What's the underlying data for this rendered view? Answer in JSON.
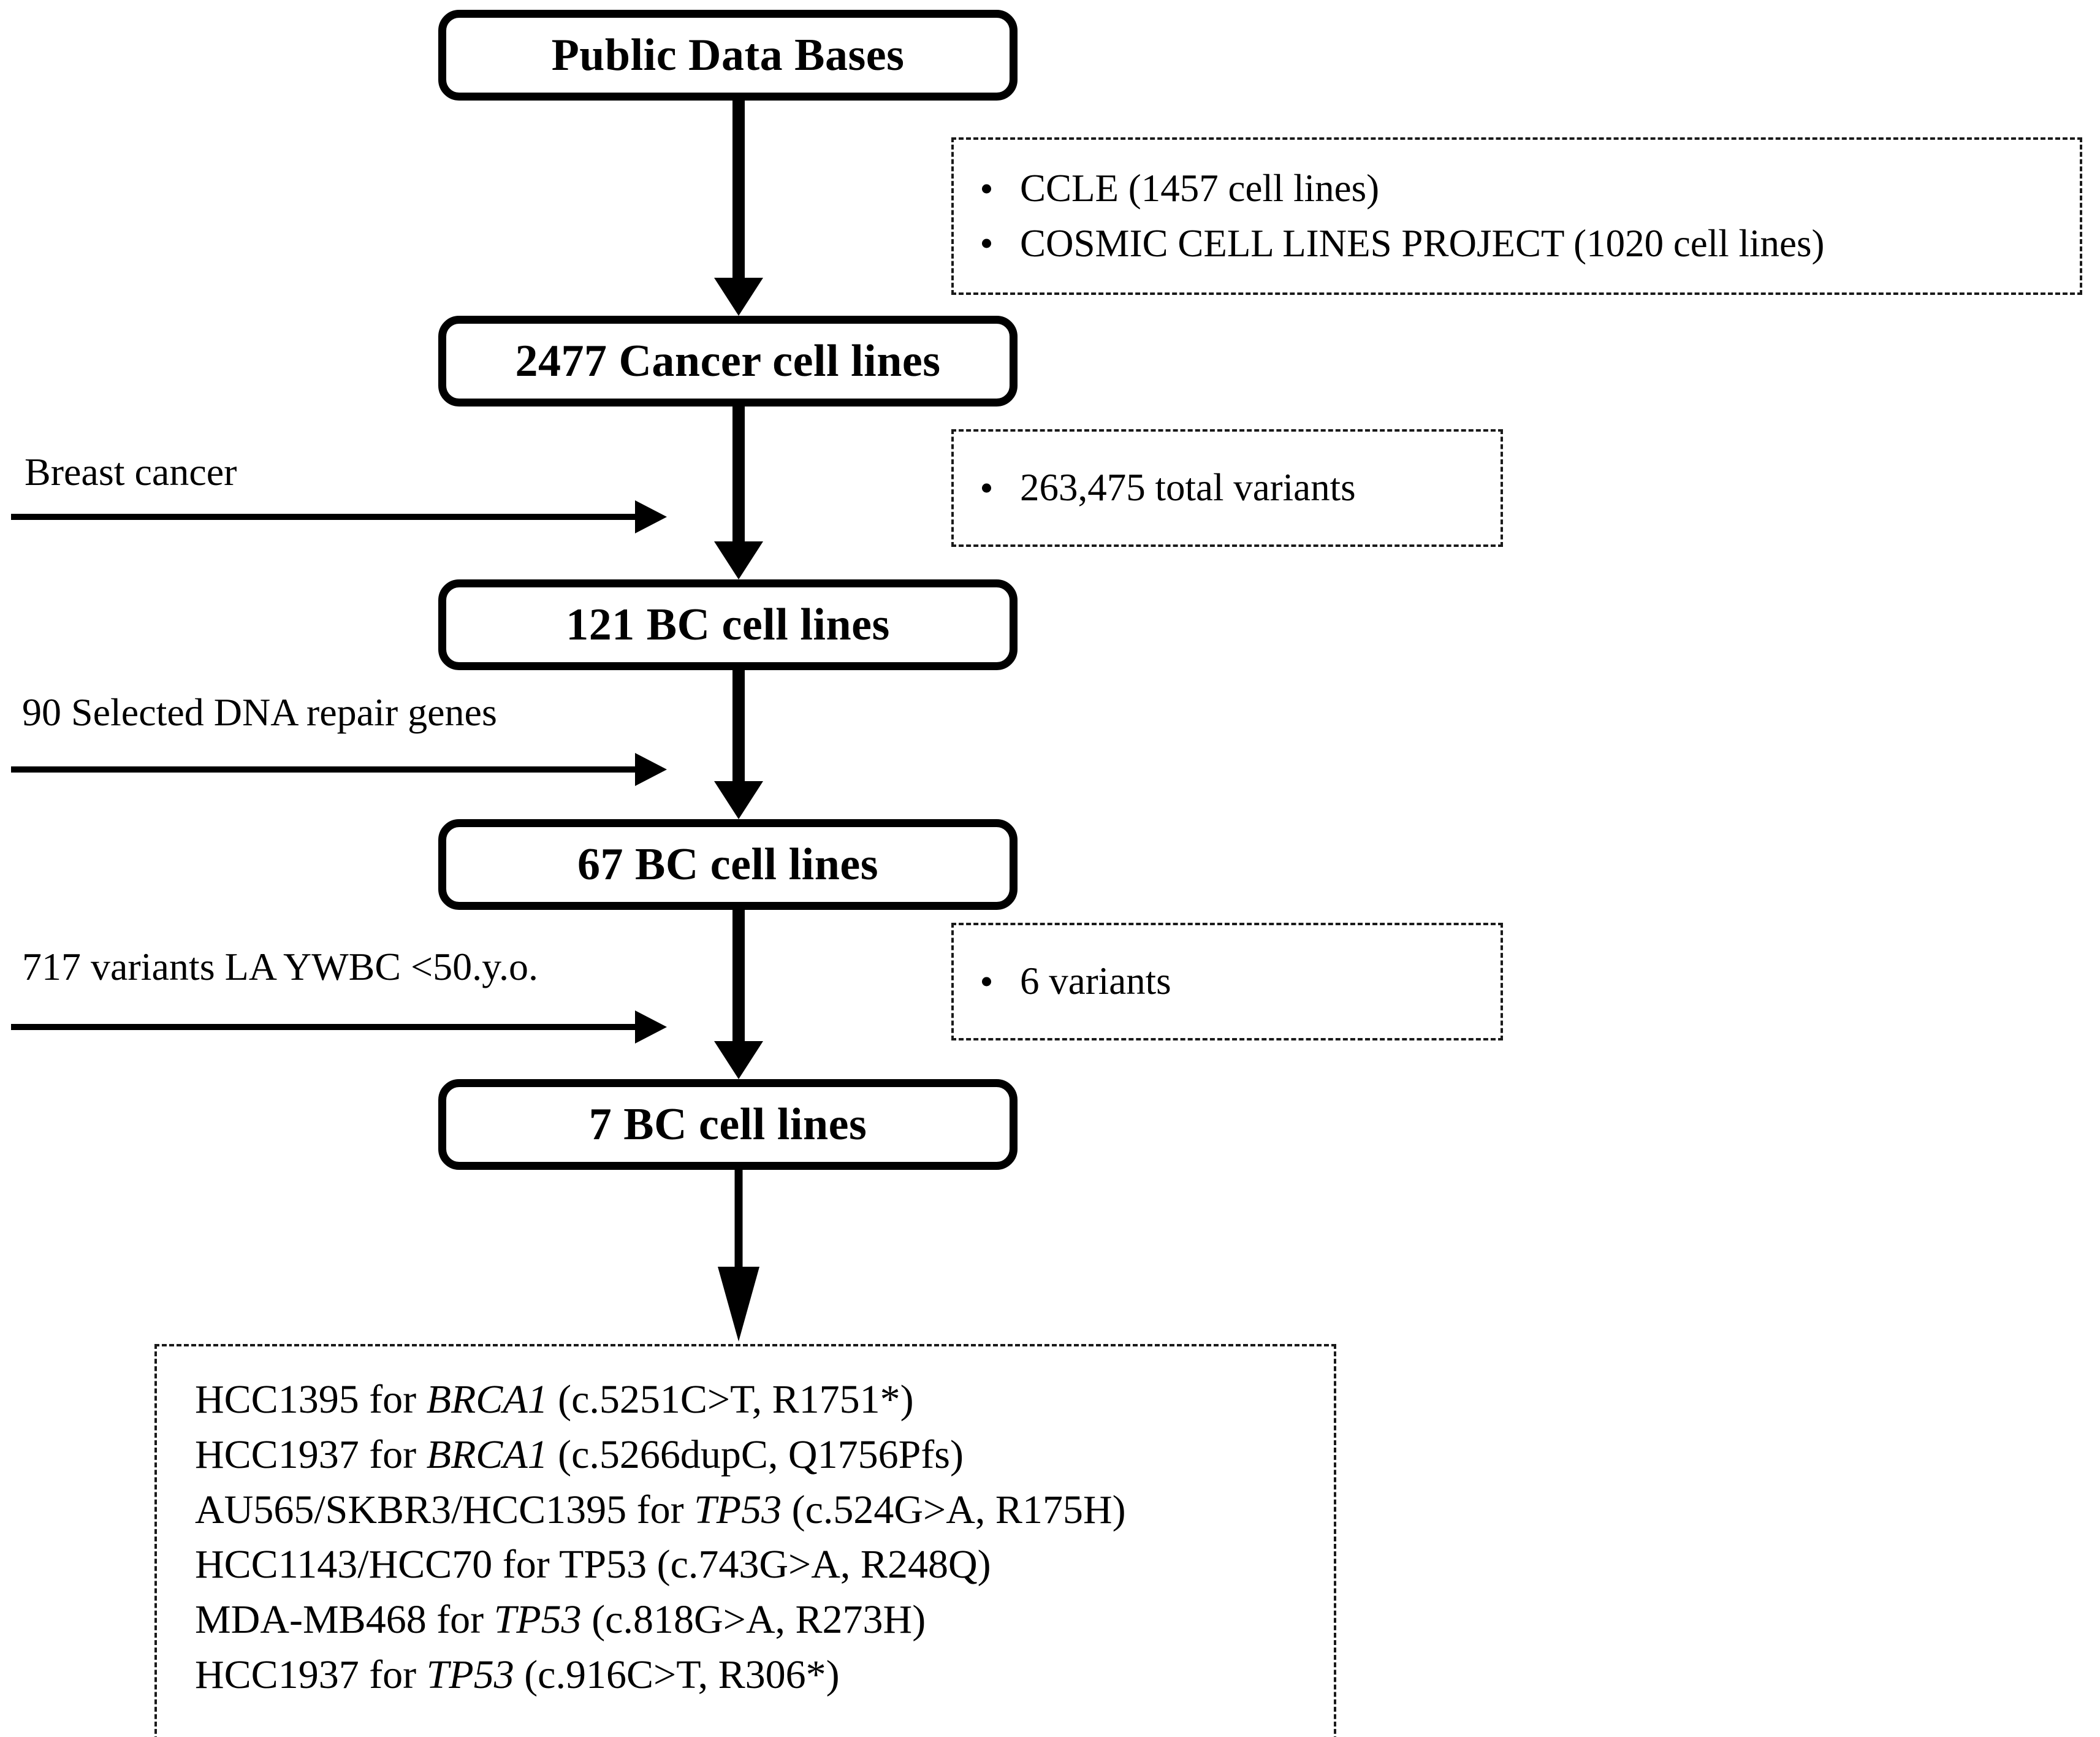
{
  "figure": {
    "type": "flowchart",
    "orientation": "top-to-bottom"
  },
  "nodes": [
    {
      "id": "databases",
      "label": "Public  Data Bases"
    },
    {
      "id": "cancer_cell_lines",
      "label": "2477 Cancer cell lines"
    },
    {
      "id": "bc_121",
      "label": "121 BC cell  lines"
    },
    {
      "id": "bc_67",
      "label": "67 BC cell  lines"
    },
    {
      "id": "bc_7",
      "label": "7 BC cell  lines"
    }
  ],
  "annotations": [
    {
      "id": "sources",
      "items": [
        "CCLE (1457 cell lines)",
        "COSMIC CELL LINES PROJECT (1020 cell lines)"
      ]
    },
    {
      "id": "total_variants",
      "items": [
        "263,475 total variants"
      ]
    },
    {
      "id": "final_variants",
      "items": [
        "6 variants"
      ]
    }
  ],
  "filters": [
    {
      "id": "filter_breast_cancer",
      "label": "Breast cancer"
    },
    {
      "id": "filter_dna_repair_genes",
      "label": "90 Selected  DNA repair genes"
    },
    {
      "id": "filter_variants_ywbc",
      "label": "717 variants LA YWBC <50.y.o."
    }
  ],
  "results": {
    "lines": [
      {
        "prefix": "HCC1395 for ",
        "gene": "BRCA1",
        "gene_style": "italic",
        "suffix": " (c.5251C>T, R1751*)"
      },
      {
        "prefix": "HCC1937 for ",
        "gene": "BRCA1",
        "gene_style": "italic",
        "suffix": " (c.5266dupC, Q1756Pfs)"
      },
      {
        "prefix": "AU565/SKBR3/HCC1395 for ",
        "gene": "TP53",
        "gene_style": "italic",
        "suffix": " (c.524G>A, R175H)"
      },
      {
        "prefix": "HCC1143/HCC70 for ",
        "gene": "TP53",
        "gene_style": "roman",
        "suffix": " (c.743G>A, R248Q)"
      },
      {
        "prefix": "MDA-MB468 for ",
        "gene": "TP53",
        "gene_style": "italic",
        "suffix": " (c.818G>A, R273H)"
      },
      {
        "prefix": "HCC1937 for ",
        "gene": "TP53",
        "gene_style": "italic",
        "suffix": " (c.916C>T, R306*)"
      }
    ]
  },
  "colors": {
    "ink": "#000000",
    "paper": "#ffffff",
    "dashed_border": "#1a1a1a"
  }
}
